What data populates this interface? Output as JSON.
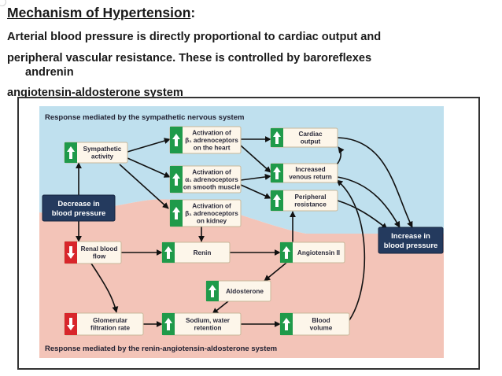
{
  "slide": {
    "title": "Mechanism of Hypertension",
    "title_colon": ":",
    "text_lines": [
      "Arterial blood pressure is directly proportional to cardiac output and",
      "peripheral vascular resistance. These is controlled by baroreflexes",
      "andrenin",
      "angiotensin-aldosterone system"
    ]
  },
  "diagram": {
    "header_top": "Response mediated by the sympathetic nervous system",
    "header_bottom": "Response mediated by the renin-angiotensin-aldosterone system",
    "nodes": {
      "sympathetic": [
        "Sympathetic",
        "activity"
      ],
      "decrease_bp": [
        "Decrease in",
        "blood pressure"
      ],
      "act_heart": [
        "Activation of",
        "β₁ adrenoceptors",
        "on the heart"
      ],
      "act_smooth": [
        "Activation of",
        "α₁ adrenoceptors",
        "on smooth muscle"
      ],
      "act_kidney": [
        "Activation of",
        "β₁ adrenoceptors",
        "on kidney"
      ],
      "cardiac_output": [
        "Cardiac",
        "output"
      ],
      "venous_return": [
        "Increased",
        "venous return"
      ],
      "peripheral_resistance": [
        "Peripheral",
        "resistance"
      ],
      "increase_bp": [
        "Increase in",
        "blood pressure"
      ],
      "renal_blood_flow": [
        "Renal blood",
        "flow"
      ],
      "renin": [
        "Renin"
      ],
      "angiotensin": [
        "Angiotensin II"
      ],
      "aldosterone": [
        "Aldosterone"
      ],
      "glomerular": [
        "Glomerular",
        "filtration rate"
      ],
      "sodium": [
        "Sodium, water",
        "retention"
      ],
      "blood_volume": [
        "Blood",
        "volume"
      ]
    },
    "colors": {
      "top_region": "#bfe0ee",
      "bottom_region": "#f3c4b8",
      "up_arrow": "#1f9a4a",
      "down_arrow": "#d8262b",
      "dark_box": "#243a5e",
      "box_fill": "#fdf6ea"
    }
  }
}
